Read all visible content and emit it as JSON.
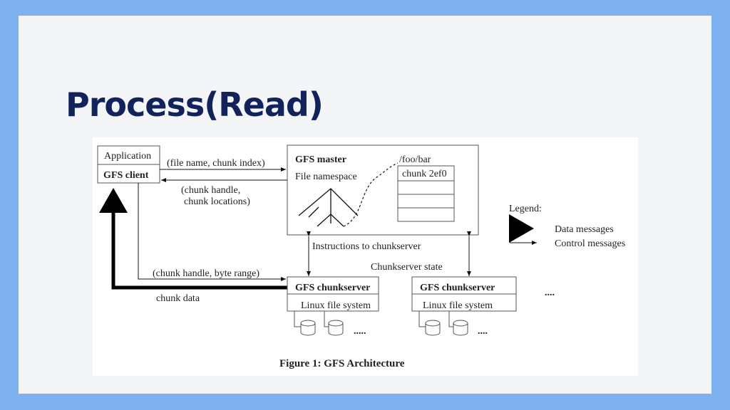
{
  "slide": {
    "title": "Process(Read)"
  },
  "diagram": {
    "client": {
      "app_label": "Application",
      "client_label": "GFS client"
    },
    "master": {
      "title": "GFS master",
      "namespace_label": "File namespace",
      "path_label": "/foo/bar",
      "chunk_label": "chunk 2ef0"
    },
    "messages": {
      "request": "(file name, chunk index)",
      "reply_line1": "(chunk handle,",
      "reply_line2": "chunk locations)",
      "instructions": "Instructions to chunkserver",
      "state": "Chunkserver state",
      "read_request": "(chunk handle, byte range)",
      "chunk_data": "chunk data"
    },
    "chunkservers": [
      {
        "title": "GFS chunkserver",
        "fs_label": "Linux file system"
      },
      {
        "title": "GFS chunkserver",
        "fs_label": "Linux file system"
      }
    ],
    "ellipsis": ".....",
    "small_ellipsis": "....",
    "legend": {
      "title": "Legend:",
      "data_label": "Data messages",
      "control_label": "Control messages"
    },
    "caption": "Figure 1: GFS Architecture"
  }
}
